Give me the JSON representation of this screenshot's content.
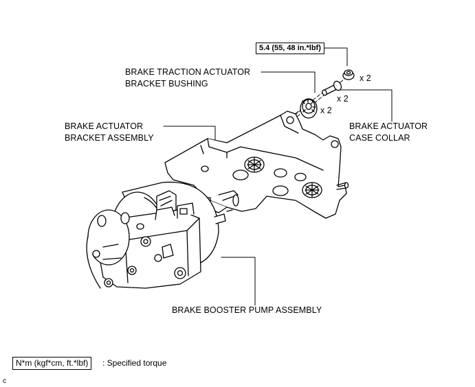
{
  "labels": {
    "torque_spec": "5.4 (55, 48 in.*lbf)",
    "qty_nut": "x 2",
    "qty_bolt": "x 2",
    "qty_bushing": "x 2",
    "traction_bushing_line1": "BRAKE TRACTION ACTUATOR",
    "traction_bushing_line2": "BRACKET BUSHING",
    "bracket_assembly_line1": "BRAKE ACTUATOR",
    "bracket_assembly_line2": "BRACKET ASSEMBLY",
    "case_collar_line1": "BRAKE ACTUATOR",
    "case_collar_line2": "CASE COLLAR",
    "booster_pump": "BRAKE BOOSTER PUMP ASSEMBLY"
  },
  "legend": {
    "symbol": "N*m (kgf*cm, ft.*lbf)",
    "description": ": Specified torque"
  },
  "figure_code": "c"
}
